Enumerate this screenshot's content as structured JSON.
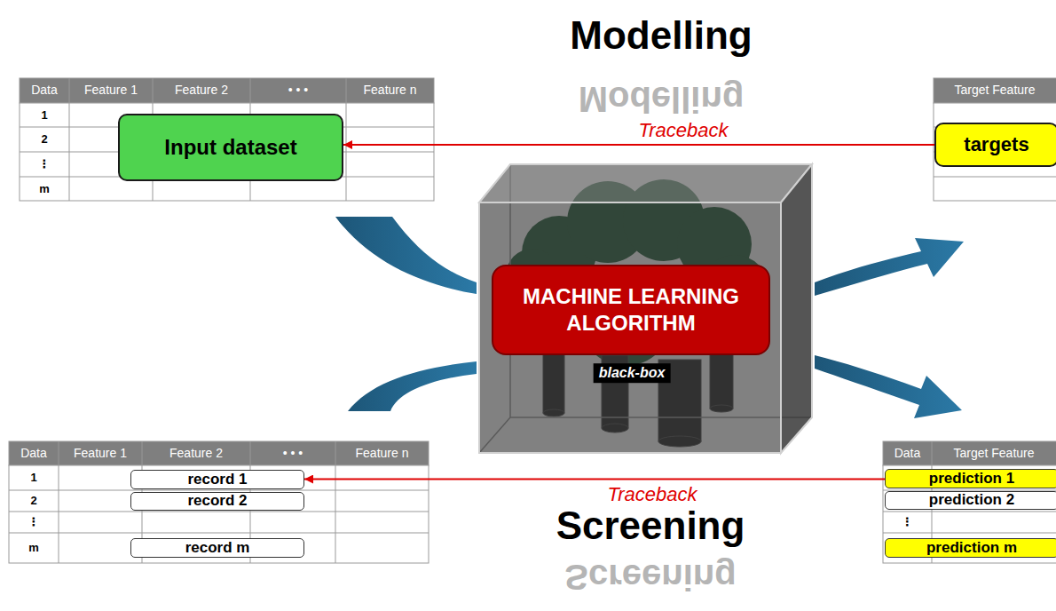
{
  "diagram": {
    "nodes": [
      {
        "text": [
          "Input dataset"
        ]
      },
      {
        "text": [
          "targets"
        ]
      },
      {
        "text": [
          "MACHINE LEARNING ALGORITHM"
        ]
      },
      {
        "text": [
          "record 1"
        ]
      },
      {
        "text": [
          "record 2"
        ]
      },
      {
        "text": [
          "record m"
        ]
      },
      {
        "text": [
          "prediction 1"
        ]
      },
      {
        "text": [
          "prediction 2"
        ]
      },
      {
        "text": [
          "prediction m"
        ]
      }
    ],
    "edges": [
      {
        "from": 1,
        "to": 0,
        "arrow": "to",
        "label": "Traceback"
      },
      {
        "from": 6,
        "to": 3,
        "arrow": "to",
        "label": "Traceback"
      }
    ],
    "labels": [
      "Modelling",
      "Modelling",
      "Data",
      "Feature 1",
      "Feature 2",
      "• • •",
      "Feature n",
      "1",
      "2",
      "⋮",
      "m",
      "Target Feature",
      "black-box",
      "Data",
      "Feature 1",
      "Feature 2",
      "• • •",
      "Feature n",
      "1",
      "2",
      "⋮",
      "m",
      "Data",
      "Target Feature",
      "⋮",
      "Screening",
      "Screening"
    ]
  }
}
